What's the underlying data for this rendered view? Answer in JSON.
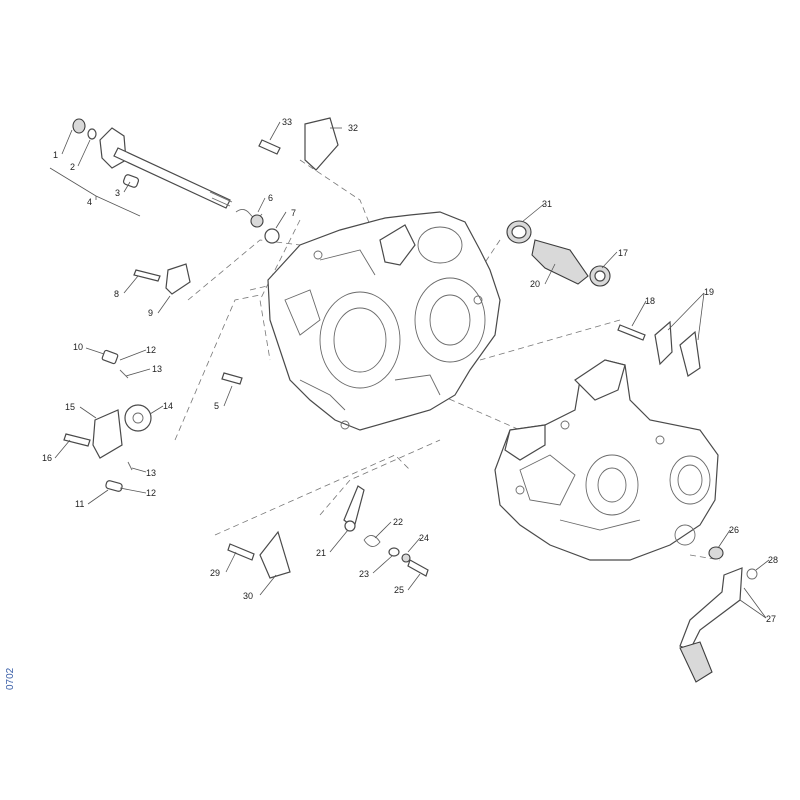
{
  "diagram_code": "0702",
  "callouts": {
    "c1": "1",
    "c2": "2",
    "c3": "3",
    "c4": "4",
    "c5": "5",
    "c6": "6",
    "c7": "7",
    "c8": "8",
    "c9": "9",
    "c10": "10",
    "c11": "11",
    "c12a": "12",
    "c12b": "12",
    "c13a": "13",
    "c13b": "13",
    "c14": "14",
    "c15": "15",
    "c16": "16",
    "c17": "17",
    "c18": "18",
    "c19": "19",
    "c20": "20",
    "c21": "21",
    "c22": "22",
    "c23": "23",
    "c24": "24",
    "c25": "25",
    "c26": "26",
    "c27": "27",
    "c28": "28",
    "c29": "29",
    "c30": "30",
    "c31": "31",
    "c32": "32",
    "c33": "33"
  }
}
